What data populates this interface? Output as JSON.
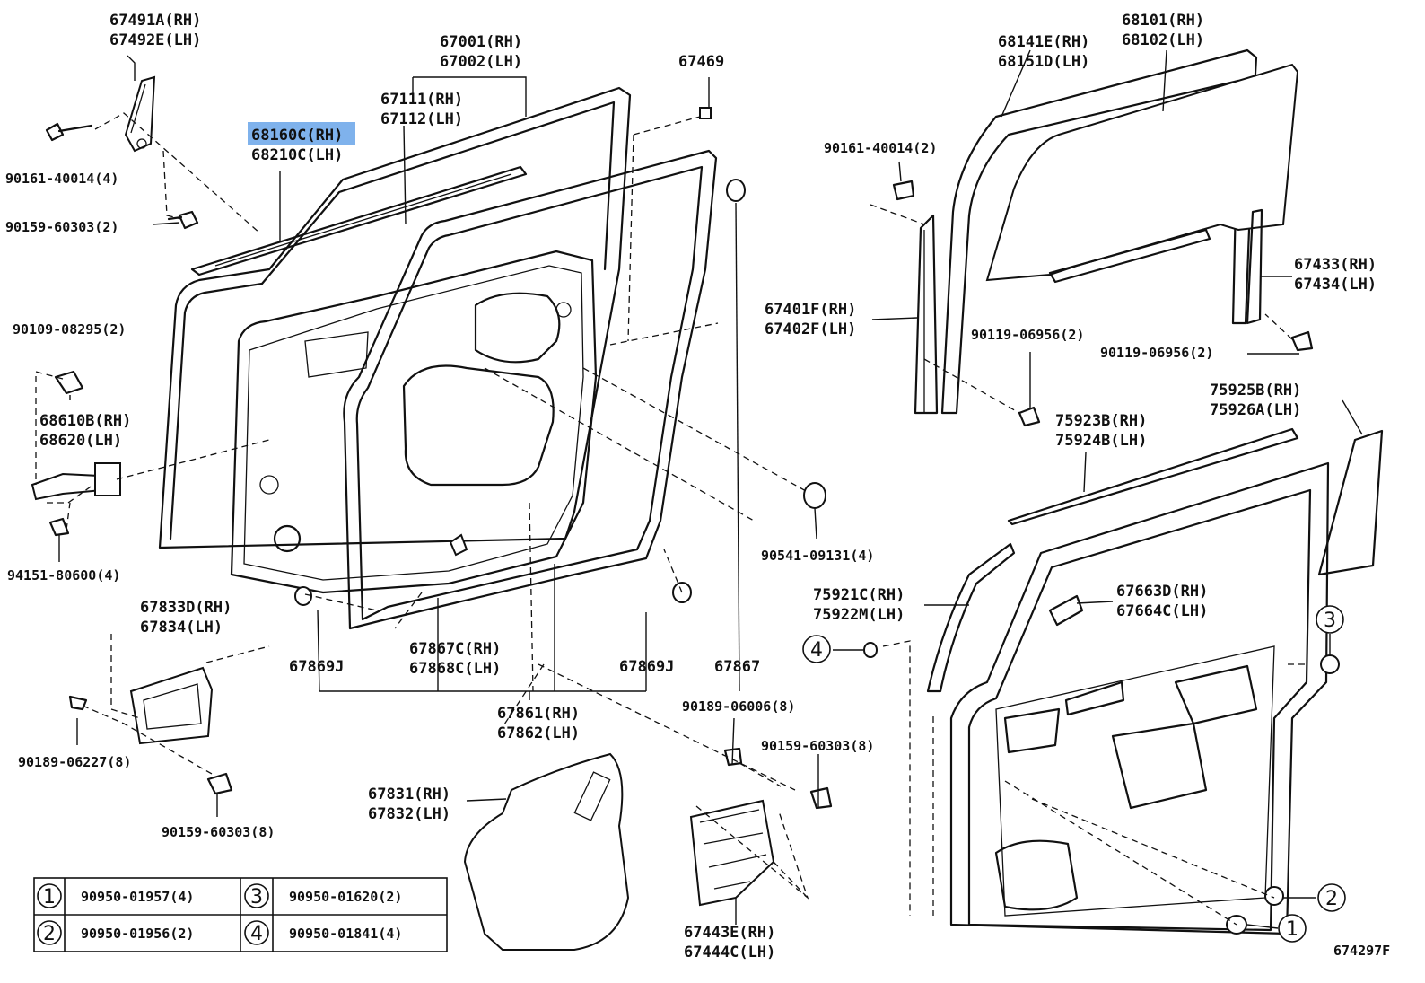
{
  "diagram": {
    "drawing_code": "674297F",
    "highlight_color": "#7fb2ec",
    "callouts": {
      "hinge": [
        "67491A(RH)",
        "67492E(LH)"
      ],
      "panel": [
        "67001(RH)",
        "67002(LH)"
      ],
      "seal_inner": [
        "67111(RH)",
        "67112(LH)"
      ],
      "belt_mould": [
        "68160C(RH)",
        "68210C(LH)"
      ],
      "clip_67469": "67469",
      "bolt_hinge_upper": "90161-40014(4)",
      "bolt_hinge_lower": "90159-60303(2)",
      "bolt_checker": "90109-08295(2)",
      "checker": [
        "68610B(RH)",
        "68620(LH)"
      ],
      "nut_checker": "94151-80600(4)",
      "handle": [
        "67833D(RH)",
        "67834(LH)"
      ],
      "screw_handle": "90189-06227(8)",
      "bolt_handle": "90159-60303(8)",
      "plug_left": "67869J",
      "hole_cover": [
        "67867C(RH)",
        "67868C(LH)"
      ],
      "plug_right": "67869J",
      "plug_67867": "67867",
      "door_assy": [
        "67861(RH)",
        "67862(LH)"
      ],
      "grommet": "90541-09131(4)",
      "screw_service": "90189-06006(8)",
      "bolt_service": "90159-60303(8)",
      "service_hole": [
        "67831(RH)",
        "67832(LH)"
      ],
      "armrest": [
        "67443E(RH)",
        "67444C(LH)"
      ],
      "bolt_channel": "90161-40014(2)",
      "glass_run": [
        "68141E(RH)",
        "68151D(LH)"
      ],
      "glass": [
        "68101(RH)",
        "68102(LH)"
      ],
      "division_bar": [
        "67401F(RH)",
        "67402F(LH)"
      ],
      "bolt_division": "90119-06956(2)",
      "rear_channel": [
        "67433(RH)",
        "67434(LH)"
      ],
      "bolt_rear_channel": "90119-06956(2)",
      "garnish_pillar": [
        "75925B(RH)",
        "75926A(LH)"
      ],
      "mould_belt_out": [
        "75923B(RH)",
        "75924B(LH)"
      ],
      "mould_front": [
        "75921C(RH)",
        "75922M(LH)"
      ],
      "bracket": [
        "67663D(RH)",
        "67664C(LH)"
      ],
      "marker_1": "1",
      "marker_2": "2",
      "marker_3": "3",
      "marker_4": "4"
    },
    "legend": [
      {
        "num": "1",
        "part": "90950-01957(4)"
      },
      {
        "num": "3",
        "part": "90950-01620(2)"
      },
      {
        "num": "2",
        "part": "90950-01956(2)"
      },
      {
        "num": "4",
        "part": "90950-01841(4)"
      }
    ]
  }
}
